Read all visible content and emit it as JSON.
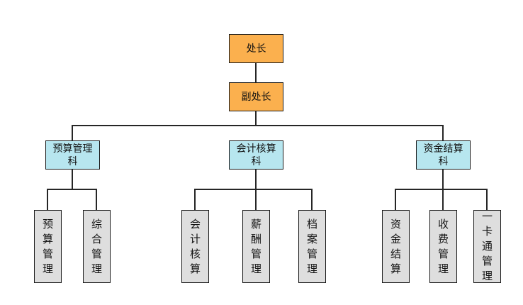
{
  "diagram": {
    "type": "org-chart",
    "root": {
      "label": "处长"
    },
    "deputy": {
      "label": "副处长"
    },
    "departments": [
      {
        "label": "预算管理科",
        "children": [
          "预算管理",
          "综合管理"
        ]
      },
      {
        "label": "会计核算科",
        "children": [
          "会计核算",
          "薪酬管理",
          "档案管理"
        ]
      },
      {
        "label": "资金结算科",
        "children": [
          "资金结算",
          "收费管理",
          "一卡通管理"
        ]
      }
    ]
  },
  "colors": {
    "leader_fill": "#fbb04e",
    "department_fill": "#b7e6ef",
    "unit_fill": "#dedede",
    "line": "#262626"
  }
}
